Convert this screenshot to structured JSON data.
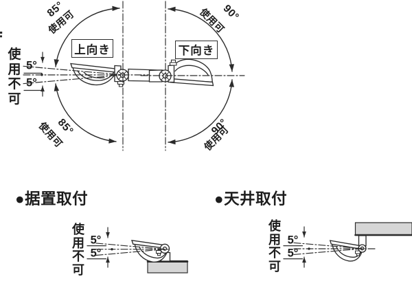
{
  "palette": {
    "line_color": "#2b2b2b",
    "text_color": "#1d1d1d",
    "surface_fill": "#d6d6d6",
    "background": "#ffffff"
  },
  "figure": {
    "top_left": {
      "orientation": "上向き",
      "angle_upper": "85°",
      "note_upper": "使用可",
      "angle_lower": "85°",
      "note_lower": "使用可",
      "restricted_label": "使用不可",
      "restricted_upper": "5°",
      "restricted_lower": "5°"
    },
    "top_right": {
      "orientation": "下向き",
      "angle_upper": "90°",
      "note_upper": "使用可",
      "angle_lower": "90°",
      "note_lower": "使用可"
    },
    "bottom_left": {
      "heading": "●据置取付",
      "restricted_label": "使用不可",
      "restricted_upper": "5°",
      "restricted_lower": "5°"
    },
    "bottom_right": {
      "heading": "●天井取付",
      "restricted_label": "使用不可",
      "restricted_upper": "5°",
      "restricted_lower": "5°"
    }
  }
}
